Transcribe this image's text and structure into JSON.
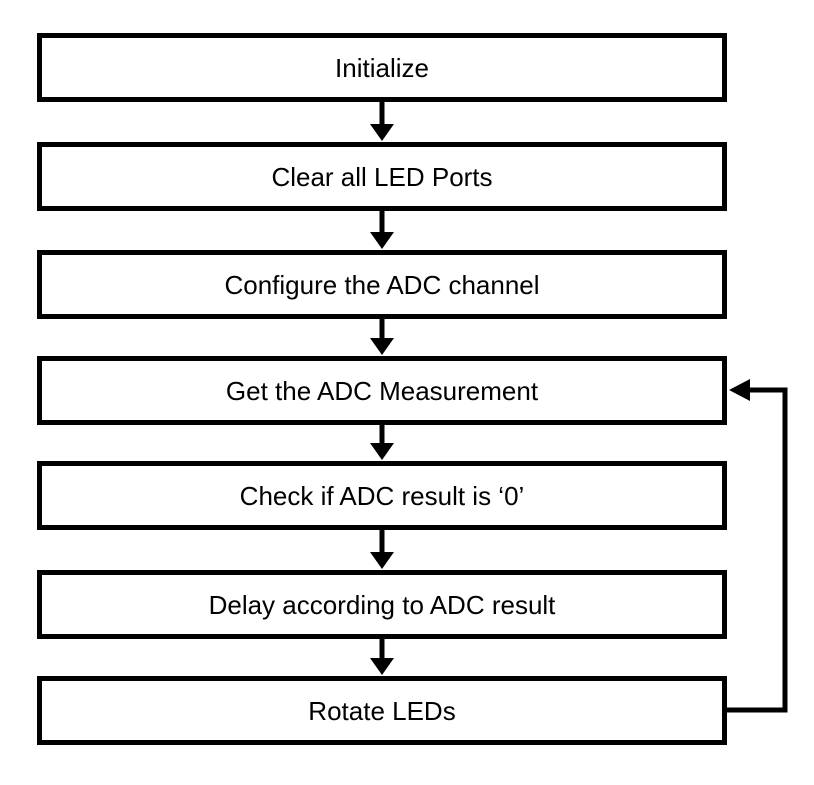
{
  "flow": {
    "steps": [
      {
        "id": "initialize",
        "label": "Initialize"
      },
      {
        "id": "clear-led-ports",
        "label": "Clear all LED Ports"
      },
      {
        "id": "configure-adc",
        "label": "Configure the ADC channel"
      },
      {
        "id": "get-adc-measurement",
        "label": "Get the ADC Measurement"
      },
      {
        "id": "check-adc-zero",
        "label": "Check if ADC result is ‘0’"
      },
      {
        "id": "delay-adc-result",
        "label": "Delay according to ADC result"
      },
      {
        "id": "rotate-leds",
        "label": "Rotate LEDs"
      }
    ],
    "edges": [
      {
        "from": "initialize",
        "to": "clear-led-ports",
        "type": "down-arrow"
      },
      {
        "from": "clear-led-ports",
        "to": "configure-adc",
        "type": "down-arrow"
      },
      {
        "from": "configure-adc",
        "to": "get-adc-measurement",
        "type": "down-arrow"
      },
      {
        "from": "get-adc-measurement",
        "to": "check-adc-zero",
        "type": "down-arrow"
      },
      {
        "from": "check-adc-zero",
        "to": "delay-adc-result",
        "type": "down-arrow"
      },
      {
        "from": "delay-adc-result",
        "to": "rotate-leds",
        "type": "down-arrow"
      },
      {
        "from": "rotate-leds",
        "to": "get-adc-measurement",
        "type": "feedback-loop-right"
      }
    ],
    "colors": {
      "stroke": "#000000",
      "text": "#000000",
      "box_fill": "#ffffff",
      "background": "#ffffff"
    }
  }
}
